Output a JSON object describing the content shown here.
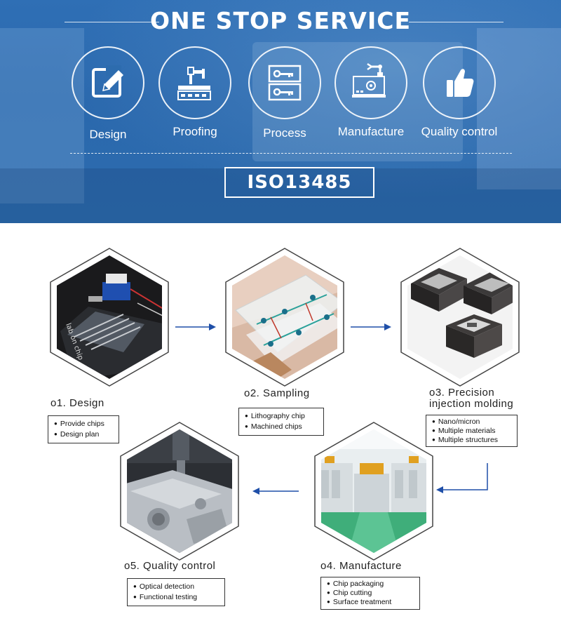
{
  "header": {
    "title": "ONE STOP SERVICE",
    "certification": "ISO13485"
  },
  "services": [
    {
      "label": "Design",
      "icon": "edit-icon"
    },
    {
      "label": "Proofing",
      "icon": "microscope-icon"
    },
    {
      "label": "Process",
      "icon": "key-panel-icon"
    },
    {
      "label": "Manufacture",
      "icon": "robot-arm-icon"
    },
    {
      "label": "Quality control",
      "icon": "thumbs-up-icon"
    }
  ],
  "steps": [
    {
      "title": "o1. Design",
      "items": [
        "Provide chips",
        "Design plan"
      ]
    },
    {
      "title": "o2. Sampling",
      "items": [
        "Lithography chip",
        "Machined chips"
      ]
    },
    {
      "title_line1": "o3. Precision",
      "title_line2": "injection molding",
      "items": [
        "Nano/micron",
        "Multiple materials",
        "Multiple structures"
      ]
    },
    {
      "title": "o4. Manufacture",
      "items": [
        "Chip packaging",
        "Chip cutting",
        "Surface treatment"
      ]
    },
    {
      "title": "o5. Quality control",
      "items": [
        "Optical detection",
        "Functional testing"
      ]
    }
  ],
  "colors": {
    "banner": "#2d6cae",
    "arrow": "#1f4fa8",
    "hex_border": "#333333"
  }
}
